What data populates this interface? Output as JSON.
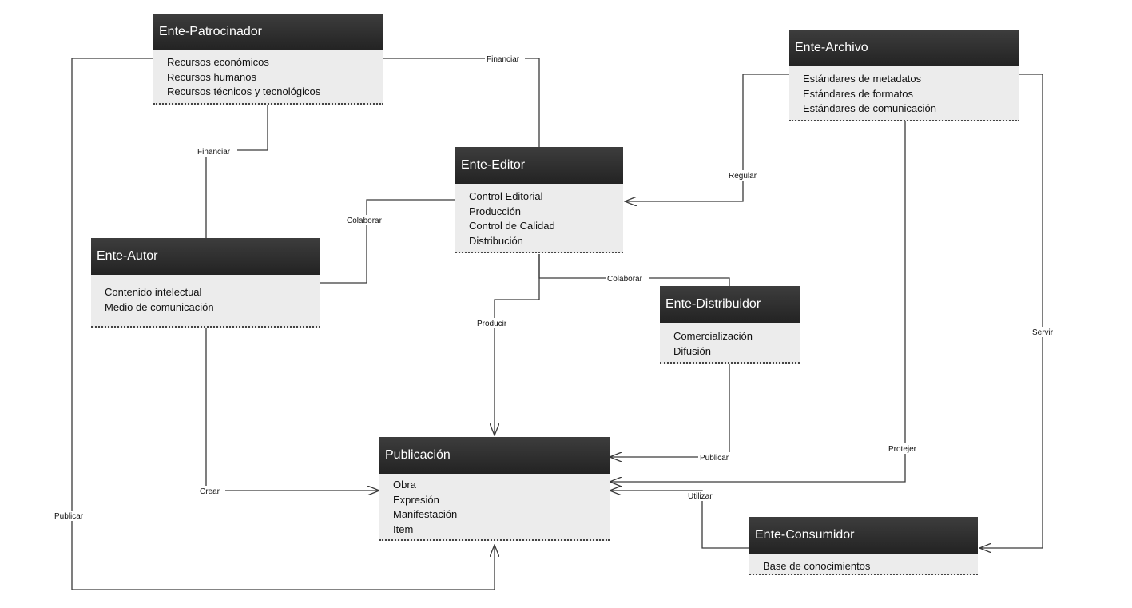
{
  "entities": {
    "patrocinador": {
      "title": "Ente-Patrocinador",
      "attributes": [
        "Recursos económicos",
        "Recursos humanos",
        "Recursos técnicos y tecnológicos"
      ]
    },
    "archivo": {
      "title": "Ente-Archivo",
      "attributes": [
        "Estándares de metadatos",
        "Estándares de formatos",
        "Estándares de comunicación"
      ]
    },
    "editor": {
      "title": "Ente-Editor",
      "attributes": [
        "Control Editorial",
        "Producción",
        "Control de Calidad",
        "Distribución"
      ]
    },
    "autor": {
      "title": "Ente-Autor",
      "attributes": [
        "Contenido intelectual",
        "Medio de comunicación"
      ]
    },
    "distribuidor": {
      "title": "Ente-Distribuidor",
      "attributes": [
        "Comercialización",
        "Difusión"
      ]
    },
    "publicacion": {
      "title": "Publicación",
      "attributes": [
        "Obra",
        "Expresión",
        "Manifestación",
        "Item"
      ]
    },
    "consumidor": {
      "title": "Ente-Consumidor",
      "attributes": [
        "Base de conocimientos"
      ]
    }
  },
  "relations": {
    "financiar_editor": "Financiar",
    "financiar_autor": "Financiar",
    "regular": "Regular",
    "colaborar_autor": "Colaborar",
    "colaborar_distribuidor": "Colaborar",
    "producir": "Producir",
    "servir": "Servir",
    "publicar_distribuidor": "Publicar",
    "protejer": "Protejer",
    "crear": "Crear",
    "utilizar": "Utilizar",
    "publicar_patrocinador": "Publicar"
  }
}
